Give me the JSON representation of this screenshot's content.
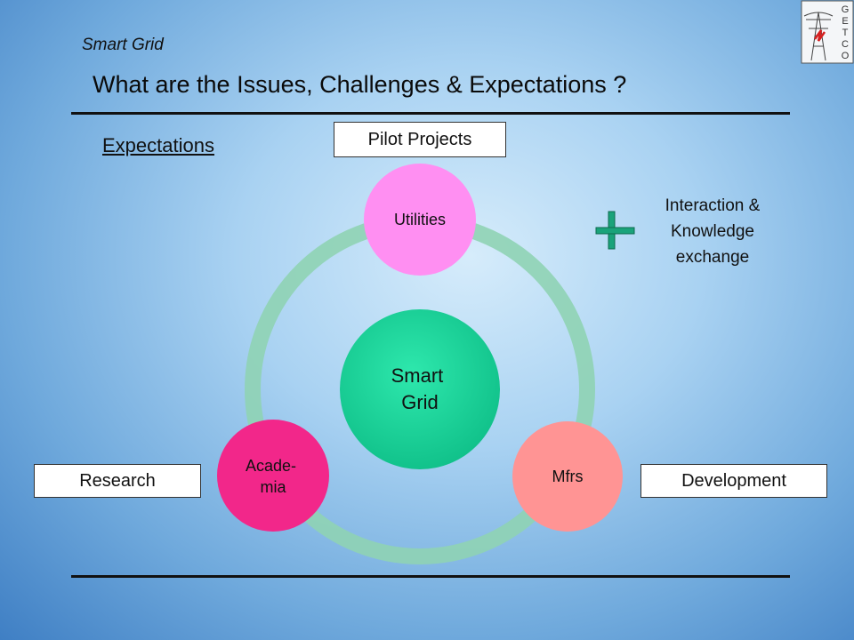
{
  "header": {
    "label": "Smart Grid"
  },
  "title": "What are the Issues, Challenges & Expectations ?",
  "section": {
    "heading": "Expectations"
  },
  "boxes": {
    "pilot": "Pilot Projects",
    "research": "Research",
    "development": "Development"
  },
  "interaction": {
    "lines": [
      "Interaction &",
      "Knowledge",
      "exchange"
    ],
    "plus_color": "#1aa37a"
  },
  "cycle": {
    "center": {
      "lines": [
        "Smart",
        "Grid"
      ],
      "color": "#17d39a"
    },
    "nodes": [
      {
        "id": "utilities",
        "lines": [
          "Utilities"
        ],
        "color": "#ff8ff2"
      },
      {
        "id": "mfrs",
        "lines": [
          "Mfrs"
        ],
        "color": "#ff9494"
      },
      {
        "id": "academia",
        "lines": [
          "Acade-",
          "mia"
        ],
        "color": "#f2278a"
      }
    ],
    "ring_color": "#8fd3b4"
  },
  "logo": {
    "letters": [
      "G",
      "E",
      "T",
      "C",
      "O"
    ],
    "icon": "transmission-tower-icon"
  }
}
